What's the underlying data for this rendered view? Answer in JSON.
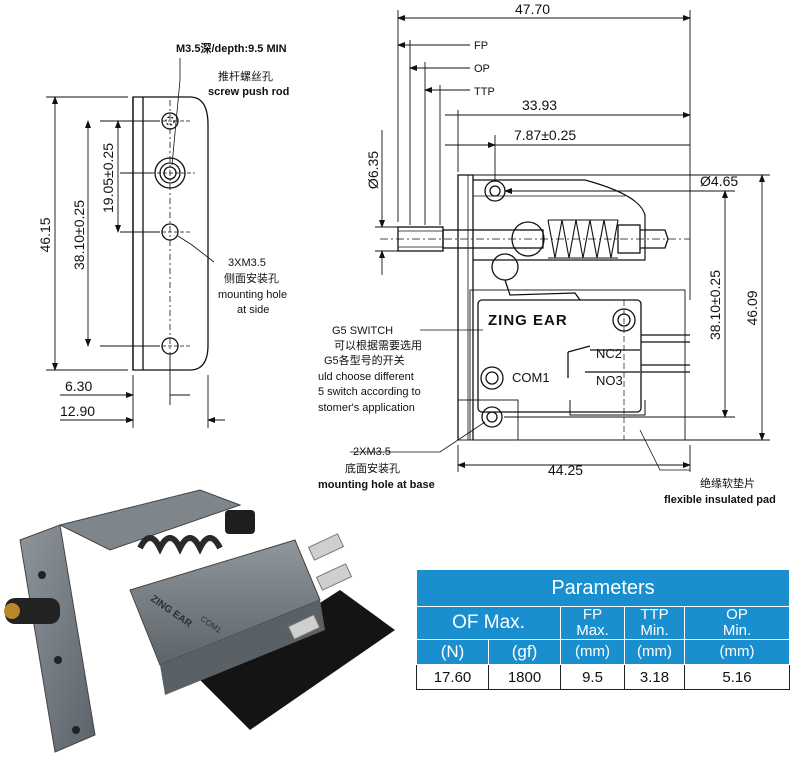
{
  "drawing": {
    "left_view": {
      "dims": {
        "overall_height": "46.15",
        "hole_pitch": "38.10±0.25",
        "center_to_hole": "19.05±0.25",
        "width_inner": "6.30",
        "width_outer": "12.90"
      },
      "screw_note": {
        "line1": "M3.5深/depth:9.5 MIN",
        "line2": "推杆螺丝孔",
        "line3": "screw push rod"
      },
      "side_hole_note": {
        "line1": "3XM3.5",
        "line2": "侧面安装孔",
        "line3": "mounting hole",
        "line4": "at side"
      }
    },
    "right_view": {
      "dims": {
        "overall_width": "47.70",
        "inner_width": "33.93",
        "offset": "7.87±0.25",
        "rod_diameter": "Ø6.35",
        "hole_diameter": "Ø4.65",
        "hole_pitch": "38.10±0.25",
        "overall_height": "46.09",
        "base_width": "44.25"
      },
      "positions": [
        "FP",
        "OP",
        "TTP"
      ],
      "switch": {
        "brand": "ZING EAR",
        "com": "COM1",
        "nc": "NC2",
        "no": "NO3"
      },
      "g5_note": {
        "line1": "G5 SWITCH",
        "line2": "可以根据需要选用",
        "line3": "G5各型号的开关",
        "line4": "uld choose different",
        "line5": "5 switch according to",
        "line6": "stomer's application"
      },
      "base_hole_note": {
        "line1": "2XM3.5",
        "line2": "底面安装孔",
        "line3": "mounting hole at base"
      },
      "pad_note": {
        "line1": "绝缘软垫片",
        "line2": "flexible insulated pad"
      }
    }
  },
  "photo": {
    "body_text": "ZING EAR",
    "com_text": "COM1"
  },
  "parameters": {
    "title": "Parameters",
    "of_max": "OF Max.",
    "fp_line1": "FP",
    "fp_line2": "Max.",
    "ttp_line1": "TTP",
    "ttp_line2": "Min.",
    "op_line1": "OP",
    "op_line2": "Min.",
    "unit_n": "(N)",
    "unit_gf": "(gf)",
    "unit_mm": "(mm)",
    "values": [
      "17.60",
      "1800",
      "9.5",
      "3.18",
      "5.16"
    ]
  }
}
